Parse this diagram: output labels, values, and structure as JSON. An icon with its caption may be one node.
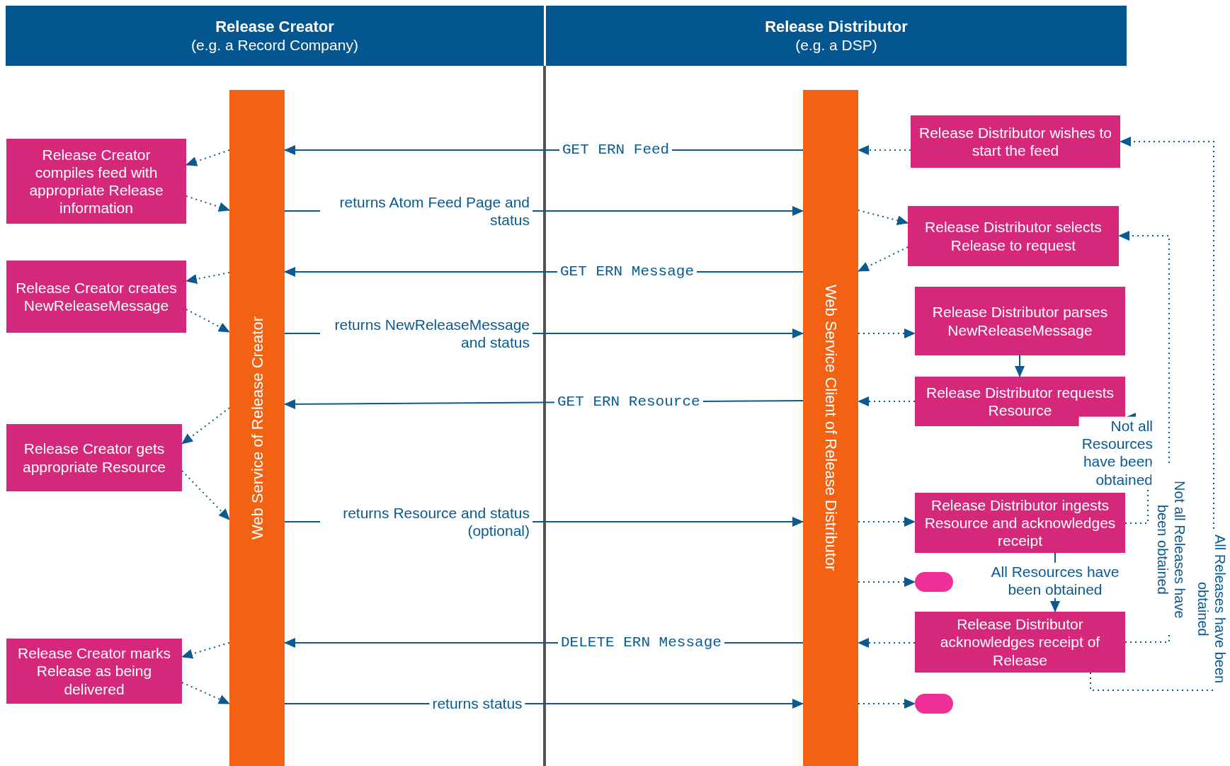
{
  "diagram": {
    "nodes": [
      {
        "text": [
          "Release Creator",
          "(e.g. a Record Company)"
        ]
      },
      {
        "text": [
          "Release Distributor",
          "(e.g. a DSP)"
        ]
      },
      {
        "text": [
          "Web Service of Release Creator"
        ]
      },
      {
        "text": [
          "Web Service Client of Release Distributor"
        ]
      },
      {
        "text": [
          "Release Creator compiles feed with appropriate Release information"
        ]
      },
      {
        "text": [
          "Release Creator creates NewReleaseMessage"
        ]
      },
      {
        "text": [
          "Release Creator gets appropriate Resource"
        ]
      },
      {
        "text": [
          "Release Creator marks Release as being delivered"
        ]
      },
      {
        "text": [
          "Release Distributor wishes to start the feed"
        ]
      },
      {
        "text": [
          "Release Distributor selects Release to request"
        ]
      },
      {
        "text": [
          "Release Distributor parses NewReleaseMessage"
        ]
      },
      {
        "text": [
          "Release Distributor requests Resource"
        ]
      },
      {
        "text": [
          "Release Distributor ingests Resource and acknowledges receipt"
        ]
      },
      {
        "text": [],
        "shape": "pill"
      },
      {
        "text": [
          "Release Distributor acknowledges receipt of Release"
        ]
      },
      {
        "text": [],
        "shape": "pill"
      }
    ],
    "edges": [
      {
        "from": 3,
        "to": 2,
        "arrow": "to",
        "label": "GET ERN Feed"
      },
      {
        "from": 2,
        "to": 3,
        "arrow": "to",
        "label": "returns Atom Feed Page and status"
      },
      {
        "from": 3,
        "to": 2,
        "arrow": "to",
        "label": "GET ERN Message"
      },
      {
        "from": 2,
        "to": 3,
        "arrow": "to",
        "label": "returns NewReleaseMessage and status"
      },
      {
        "from": 3,
        "to": 2,
        "arrow": "to",
        "label": "GET ERN Resource"
      },
      {
        "from": 2,
        "to": 3,
        "arrow": "to",
        "label": "returns Resource and status (optional)"
      },
      {
        "from": 3,
        "to": 2,
        "arrow": "to",
        "label": "DELETE ERN Message"
      },
      {
        "from": 2,
        "to": 3,
        "arrow": "to",
        "label": "returns status"
      },
      {
        "from": 2,
        "to": 4,
        "arrow": "to",
        "style": "dashed"
      },
      {
        "from": 4,
        "to": 2,
        "arrow": "to",
        "style": "dashed"
      },
      {
        "from": 2,
        "to": 5,
        "arrow": "to",
        "style": "dashed"
      },
      {
        "from": 5,
        "to": 2,
        "arrow": "to",
        "style": "dashed"
      },
      {
        "from": 2,
        "to": 6,
        "arrow": "to",
        "style": "dashed"
      },
      {
        "from": 6,
        "to": 2,
        "arrow": "to",
        "style": "dashed"
      },
      {
        "from": 2,
        "to": 7,
        "arrow": "to",
        "style": "dashed"
      },
      {
        "from": 7,
        "to": 2,
        "arrow": "to",
        "style": "dashed"
      },
      {
        "from": 8,
        "to": 3,
        "arrow": "to",
        "style": "dashed"
      },
      {
        "from": 3,
        "to": 9,
        "arrow": "to",
        "style": "dashed"
      },
      {
        "from": 9,
        "to": 3,
        "arrow": "to",
        "style": "dashed"
      },
      {
        "from": 3,
        "to": 10,
        "arrow": "to",
        "style": "dashed"
      },
      {
        "from": 11,
        "to": 3,
        "arrow": "to",
        "style": "dashed"
      },
      {
        "from": 3,
        "to": 12,
        "arrow": "to",
        "style": "dashed"
      },
      {
        "from": 3,
        "to": 13,
        "arrow": "to",
        "style": "dashed"
      },
      {
        "from": 14,
        "to": 3,
        "arrow": "to",
        "style": "dashed"
      },
      {
        "from": 3,
        "to": 15,
        "arrow": "to",
        "style": "dashed"
      },
      {
        "from": 10,
        "to": 11,
        "arrow": "to"
      },
      {
        "from": 12,
        "to": 14,
        "arrow": "to",
        "label": "All Resources have been obtained"
      },
      {
        "from": 12,
        "to": 11,
        "arrow": "to",
        "style": "dashed",
        "label": "Not all Resources have been obtained"
      },
      {
        "from": 14,
        "to": 9,
        "arrow": "to",
        "style": "dashed",
        "label": "Not all Releases have been obtained"
      },
      {
        "from": 14,
        "to": 8,
        "arrow": "to",
        "style": "dashed",
        "label": "All Releases have been obtained"
      }
    ]
  }
}
